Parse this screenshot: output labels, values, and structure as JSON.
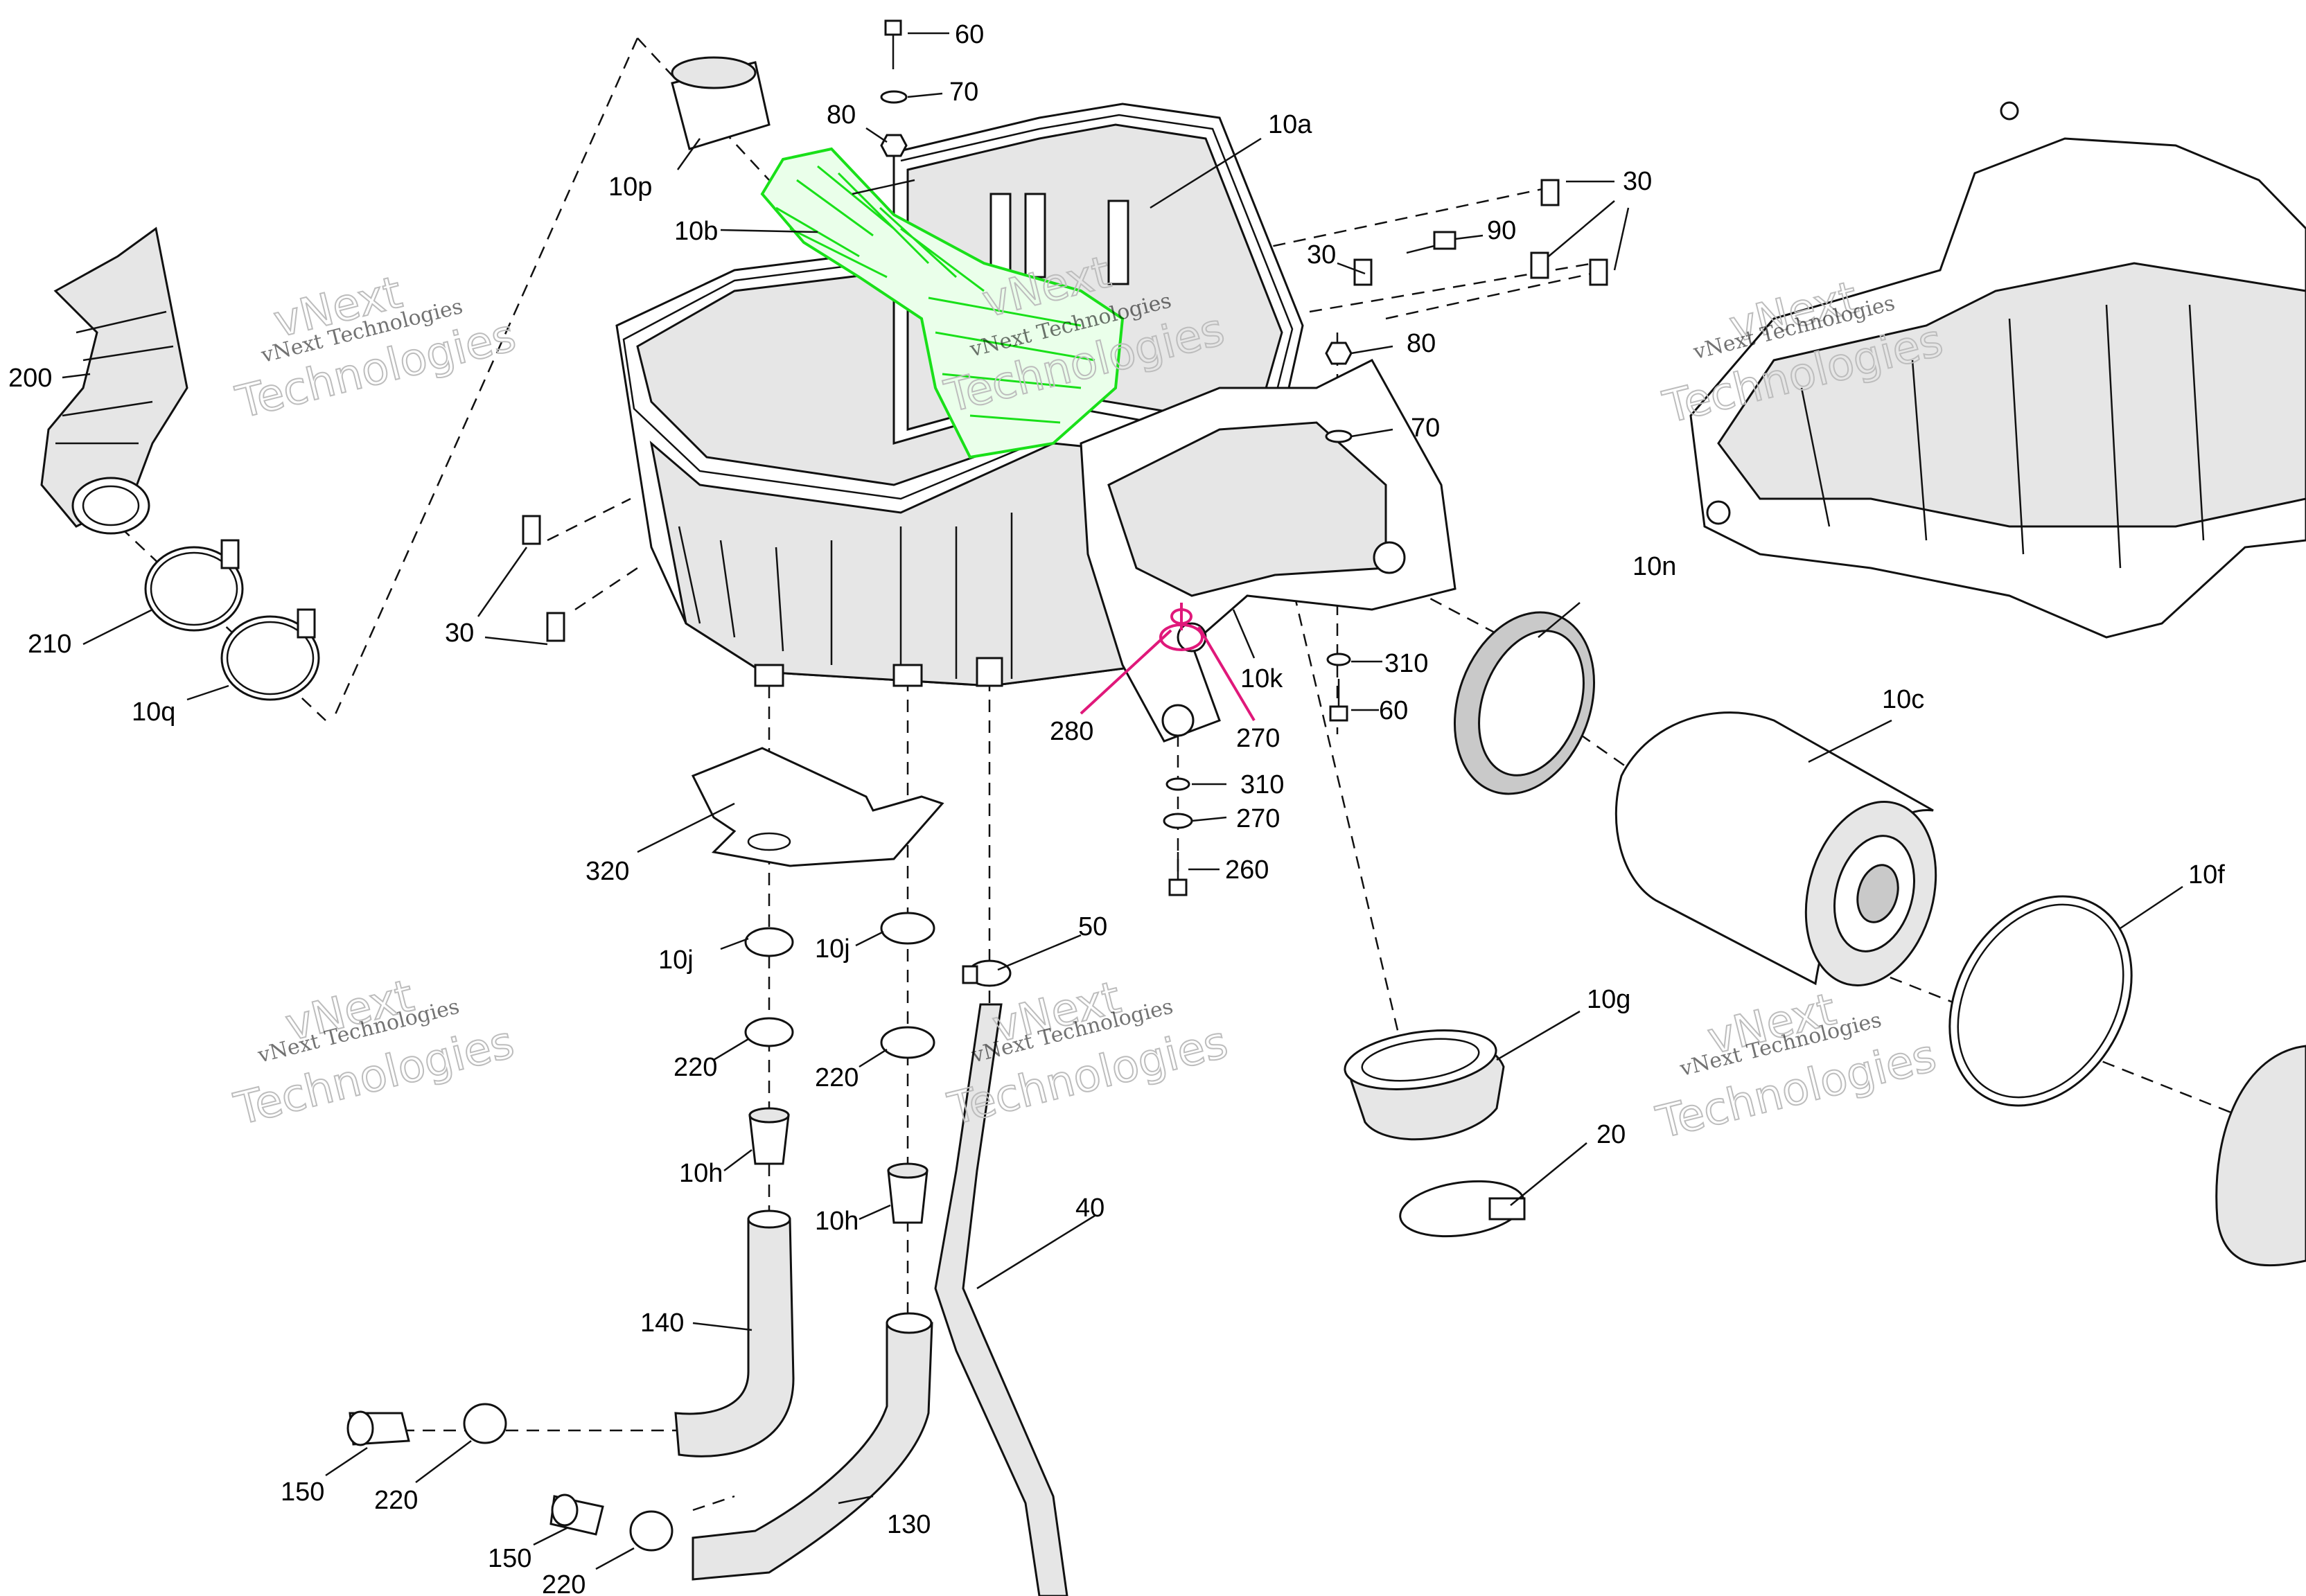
{
  "watermark": {
    "line1": "vNext",
    "line2": "vNext Technologies",
    "line3": "Technologies"
  },
  "callouts": {
    "c60a": "60",
    "c70a": "70",
    "c80a": "80",
    "c10a": "10a",
    "c10p": "10p",
    "c10b": "10b",
    "c30a": "30",
    "c30b": "30",
    "c90": "90",
    "c80b": "80",
    "c70b": "70",
    "c200": "200",
    "c210": "210",
    "c10q": "10q",
    "c30c": "30",
    "c10n": "10n",
    "c310a": "310",
    "c60b": "60",
    "c10k": "10k",
    "c280": "280",
    "c270a": "270",
    "c10c": "10c",
    "c310b": "310",
    "c270b": "270",
    "c260": "260",
    "c320": "320",
    "c10f": "10f",
    "c10ja": "10j",
    "c10jb": "10j",
    "c50": "50",
    "c10g": "10g",
    "c220a": "220",
    "c220b": "220",
    "c10ha": "10h",
    "c10hb": "10h",
    "c20": "20",
    "c40": "40",
    "c140": "140",
    "c130": "130",
    "c150a": "150",
    "c220c": "220",
    "c150b": "150",
    "c220d": "220"
  },
  "colors": {
    "highlight_green": "#19e019",
    "highlight_pink": "#e0187a",
    "line": "#111111",
    "shade": "#e6e6e6"
  }
}
